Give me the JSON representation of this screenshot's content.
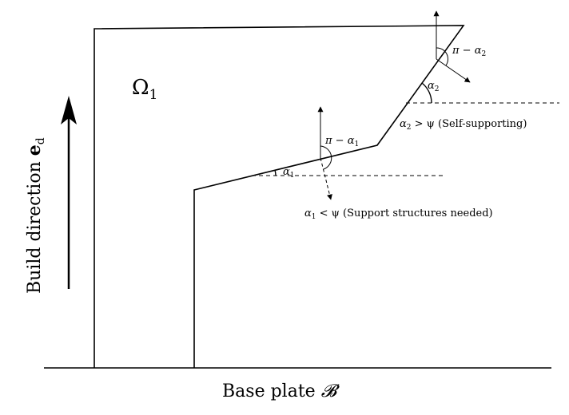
{
  "region": {
    "symbol": "Ω",
    "subscript": "1"
  },
  "build_direction": {
    "text": "Build direction ",
    "vector": "e",
    "subscript": "d"
  },
  "base_plate": {
    "text": "Base plate ",
    "symbol": "𝓑"
  },
  "lower_surface": {
    "angle_symbol": "α",
    "angle_subscript": "1",
    "complement_prefix": "π − α",
    "complement_subscript": "1",
    "condition_prefix": "α",
    "condition_subscript": "1",
    "condition_relation": " < ψ ",
    "condition_note": "(Support structures needed)"
  },
  "upper_surface": {
    "angle_symbol": "α",
    "angle_subscript": "2",
    "complement_prefix": "π − α",
    "complement_subscript": "2",
    "condition_prefix": "α",
    "condition_subscript": "2",
    "condition_relation": " > ψ ",
    "condition_note": "(Self-supporting)"
  }
}
